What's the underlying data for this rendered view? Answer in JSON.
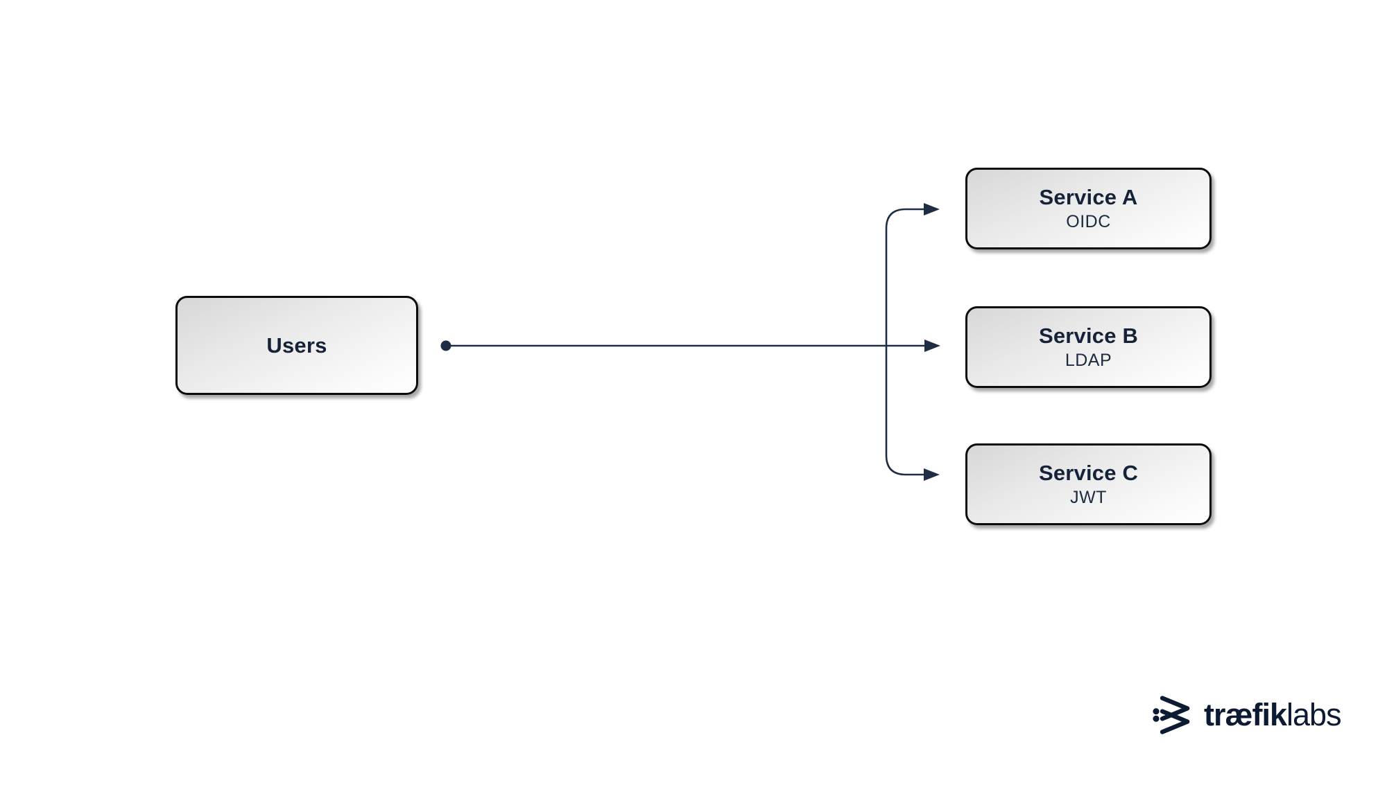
{
  "diagram": {
    "nodes": [
      {
        "id": "users",
        "title": "Users",
        "subtitle": ""
      },
      {
        "id": "service-a",
        "title": "Service A",
        "subtitle": "OIDC"
      },
      {
        "id": "service-b",
        "title": "Service B",
        "subtitle": "LDAP"
      },
      {
        "id": "service-c",
        "title": "Service C",
        "subtitle": "JWT"
      }
    ],
    "edges": [
      {
        "from": "users",
        "to": "service-a"
      },
      {
        "from": "users",
        "to": "service-b"
      },
      {
        "from": "users",
        "to": "service-c"
      }
    ]
  },
  "branding": {
    "logo_bold": "træfik",
    "logo_light": "labs"
  },
  "colors": {
    "ink": "#152238",
    "ink_soft": "#1c2a40",
    "line": "#1e2d44",
    "logo": "#0c1b33",
    "node_border": "#0b0b0b",
    "background": "#ffffff"
  }
}
